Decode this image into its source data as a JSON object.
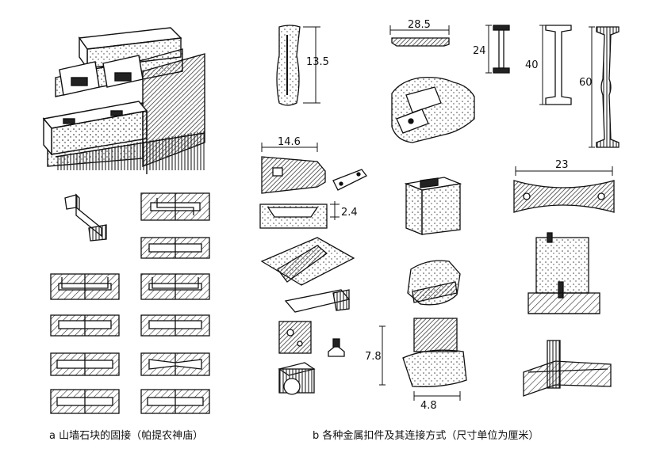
{
  "captions": {
    "a": "a  山墙石块的固接（帕提农神庙）",
    "b": "b  各种金属扣件及其连接方式（尺寸单位为厘米）"
  },
  "dimensions": {
    "d28_5": "28.5",
    "d24": "24",
    "d40": "40",
    "d60": "60",
    "d13_5": "13.5",
    "d14_6": "14.6",
    "d2_4": "2.4",
    "d23": "23",
    "d7_8": "7.8",
    "d4_8": "4.8"
  }
}
